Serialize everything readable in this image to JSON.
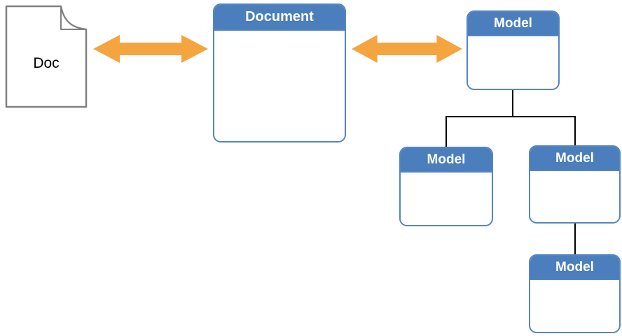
{
  "diagram": {
    "title": "document-model-architecture",
    "doc_icon": {
      "label": "Doc"
    },
    "document_box": {
      "title": "Document"
    },
    "models": [
      {
        "title": "Model"
      },
      {
        "title": "Model"
      },
      {
        "title": "Model"
      },
      {
        "title": "Model"
      }
    ],
    "colors": {
      "header_blue": "#4A7EBC",
      "border_blue": "#5585C2",
      "arrow_orange": "#F5A53F",
      "connector_black": "#000000",
      "doc_border_gray": "#808080"
    }
  }
}
